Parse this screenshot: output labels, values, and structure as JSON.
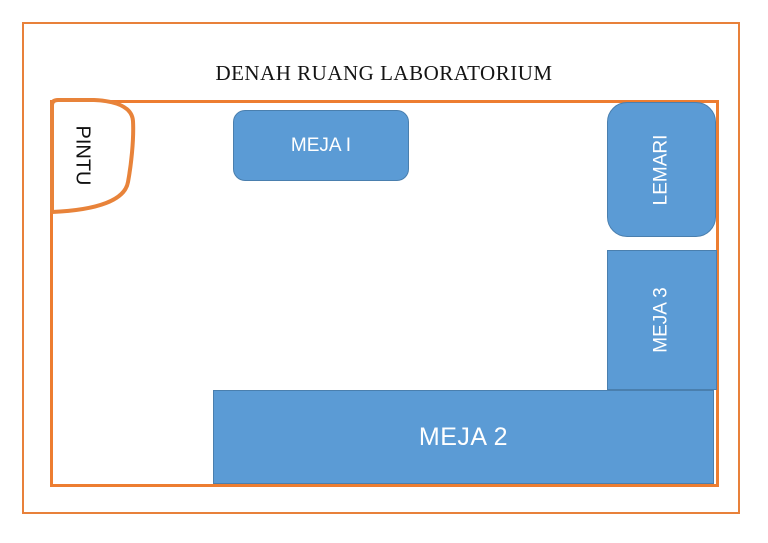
{
  "title": "DENAH RUANG LABORATORIUM",
  "room": {
    "door_label": "PINTU",
    "furniture": [
      {
        "id": "meja1",
        "label": "MEJA I",
        "shape": "rounded-rect"
      },
      {
        "id": "lemari",
        "label": "LEMARI",
        "shape": "rounded-rect",
        "text_rotation": "ccw-90"
      },
      {
        "id": "meja3",
        "label": "MEJA 3",
        "shape": "rect",
        "text_rotation": "ccw-90"
      },
      {
        "id": "meja2",
        "label": "MEJA 2",
        "shape": "rect"
      }
    ]
  },
  "colors": {
    "wall_orange": "#ed7d31",
    "frame_orange": "#e8813a",
    "furniture_blue": "#5b9bd5",
    "furniture_border_blue": "#4a7fae",
    "label_white": "#ffffff",
    "title_black": "#141414"
  }
}
